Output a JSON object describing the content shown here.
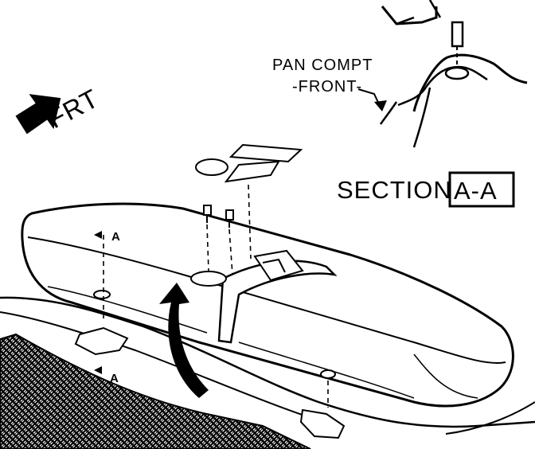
{
  "labels": {
    "frt": "FRT",
    "pan_line1": "PAN COMPT",
    "pan_line2": "-FRONT-",
    "section_word": "SECTION",
    "section_id": "A-A",
    "cut_top": "A",
    "cut_bottom": "A"
  },
  "colors": {
    "ink": "#000000",
    "paper": "#ffffff"
  },
  "icons": {
    "direction_arrow": "arrow-down-left-icon",
    "install_arrow": "curved-arrow-up-icon"
  }
}
